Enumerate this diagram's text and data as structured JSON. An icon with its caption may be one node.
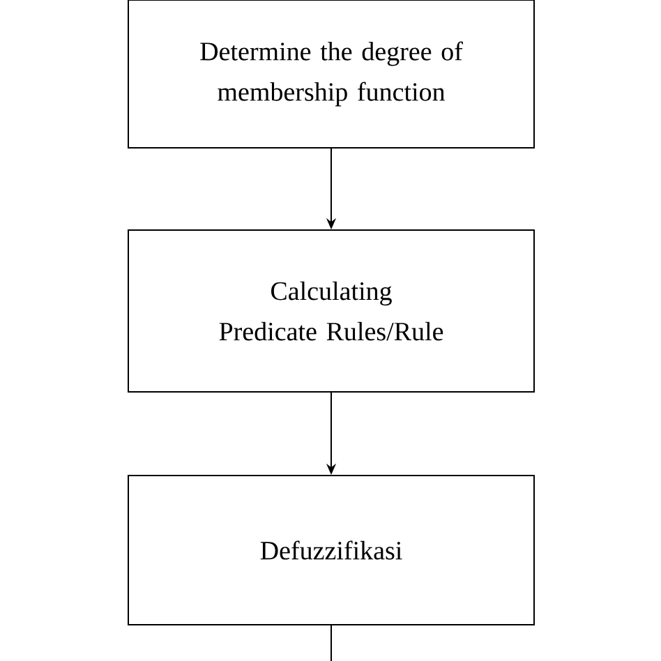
{
  "diagram": {
    "nodes": [
      {
        "text": [
          "Determine the degree of membership function"
        ]
      },
      {
        "text": [
          "Calculating Predicate Rules/Rule"
        ]
      },
      {
        "text": [
          "Defuzzifikasi"
        ]
      }
    ],
    "edges": [
      {
        "from": 0,
        "to": 1,
        "arrow": "to"
      },
      {
        "from": 1,
        "to": 2,
        "arrow": "to"
      },
      {
        "from": 2,
        "to": null,
        "arrow": "none"
      }
    ]
  }
}
